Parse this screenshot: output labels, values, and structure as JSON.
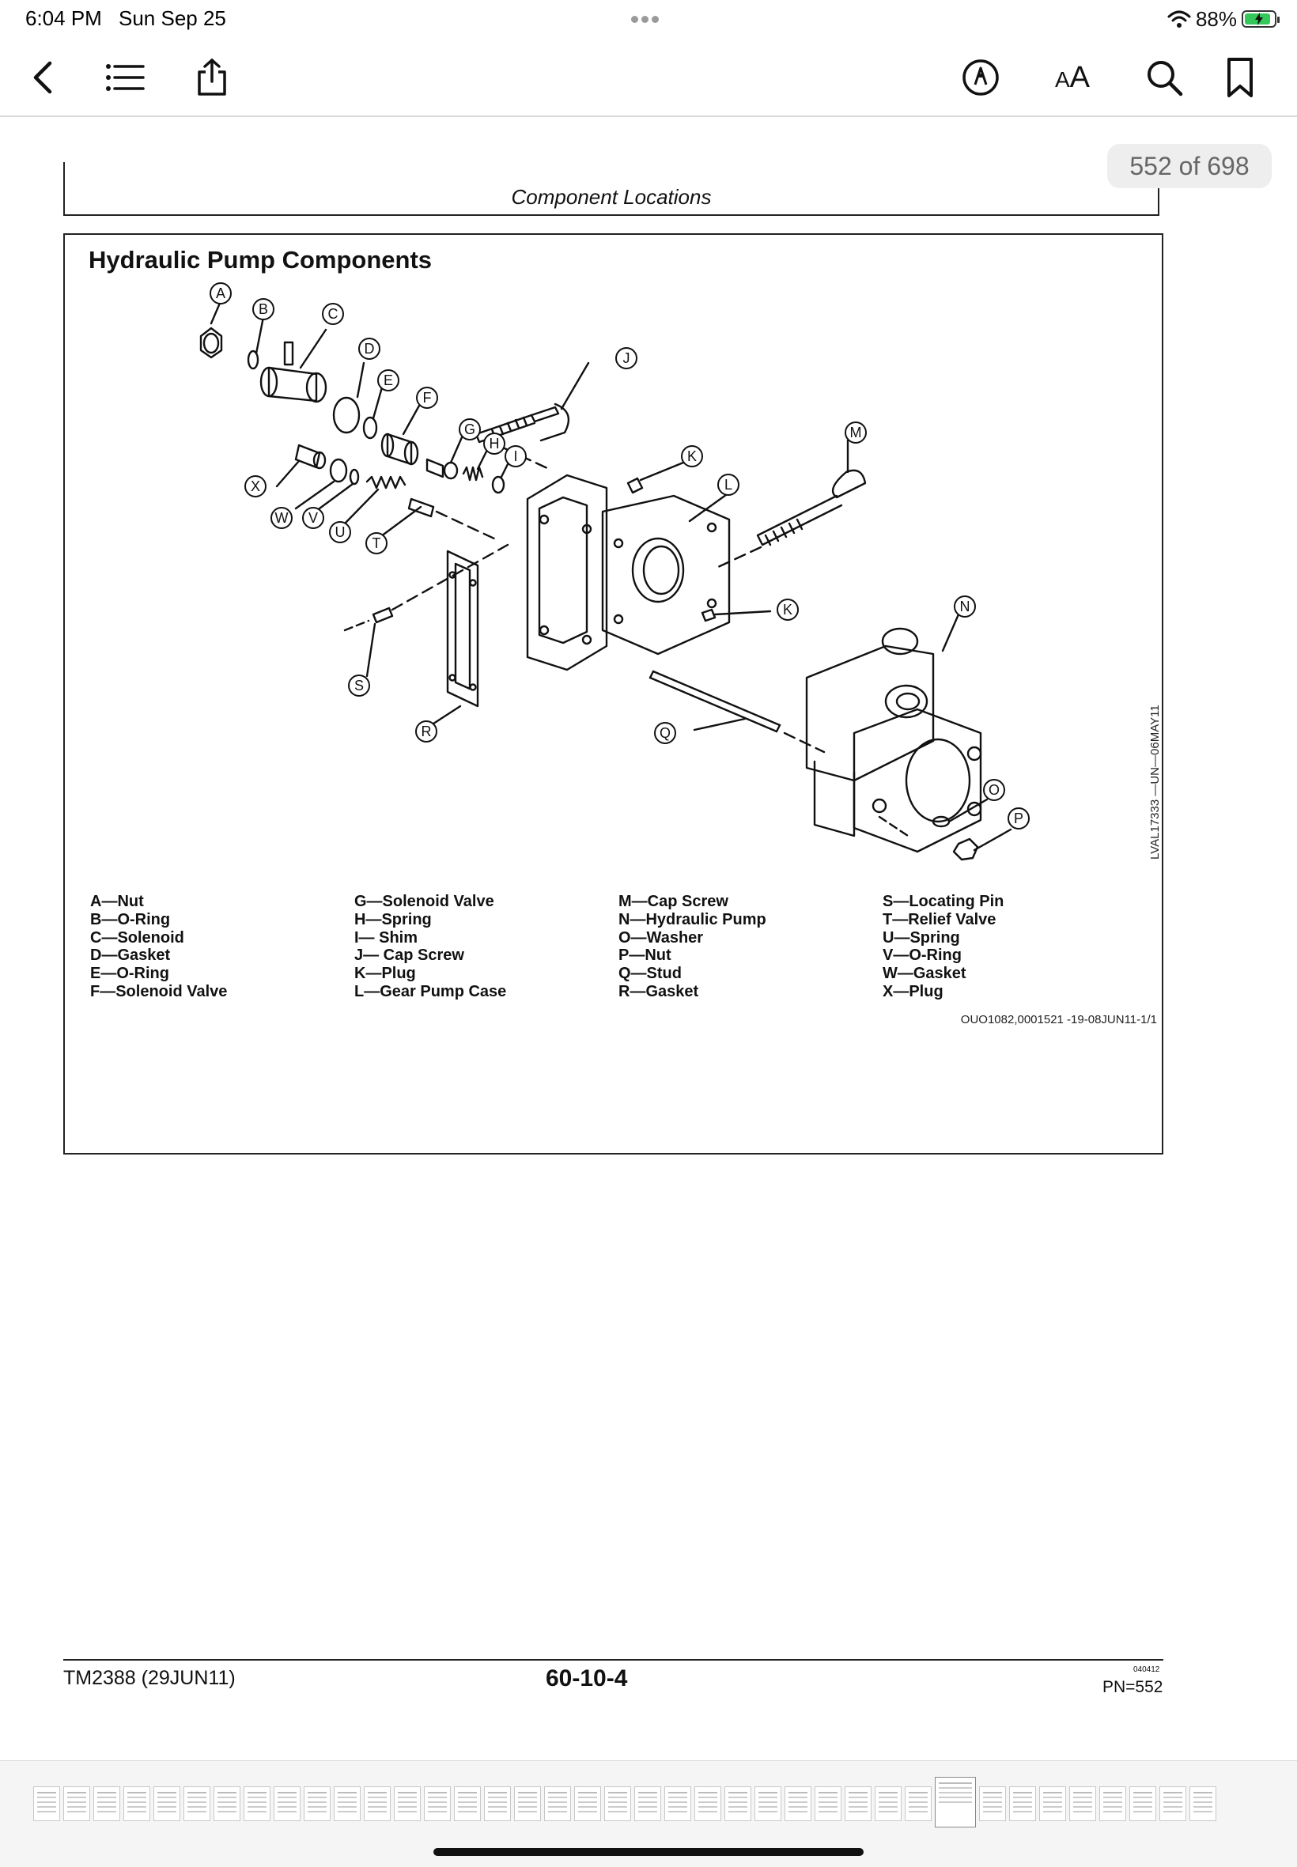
{
  "status_bar": {
    "time": "6:04 PM",
    "date": "Sun Sep 25",
    "battery_percent": "88%",
    "battery_level": 0.88,
    "battery_color": "#34c759"
  },
  "toolbar": {
    "icons": [
      "back-chevron-icon",
      "table-of-contents-icon",
      "share-icon",
      "markup-pen-icon",
      "text-size-icon",
      "search-icon",
      "bookmark-icon"
    ],
    "text_size_label": "AA"
  },
  "page_counter": "552 of 698",
  "document": {
    "header_title": "Component Locations",
    "section_title": "Hydraulic Pump Components",
    "figure_code": "LVAL17333 —UN—06MAY11",
    "callouts": [
      "A",
      "B",
      "C",
      "D",
      "E",
      "F",
      "G",
      "H",
      "I",
      "J",
      "K",
      "L",
      "M",
      "N",
      "O",
      "P",
      "Q",
      "R",
      "S",
      "T",
      "U",
      "V",
      "W",
      "X"
    ],
    "legend": [
      [
        "A—Nut",
        "B—O-Ring",
        "C—Solenoid",
        "D—Gasket",
        "E—O-Ring",
        "F—Solenoid Valve"
      ],
      [
        "G—Solenoid Valve",
        "H—Spring",
        "I— Shim",
        "J— Cap Screw",
        "K—Plug",
        "L—Gear Pump Case"
      ],
      [
        "M—Cap Screw",
        "N—Hydraulic Pump",
        "O—Washer",
        "P—Nut",
        "Q—Stud",
        "R—Gasket"
      ],
      [
        "S—Locating Pin",
        "T—Relief Valve",
        "U—Spring",
        "V—O-Ring",
        "W—Gasket",
        "X—Plug"
      ]
    ],
    "reference_code": "OUO1082,0001521 -19-08JUN11-1/1",
    "footer": {
      "manual": "TM2388 (29JUN11)",
      "page_number": "60-10-4",
      "small_code": "040412",
      "pn": "PN=552"
    }
  }
}
